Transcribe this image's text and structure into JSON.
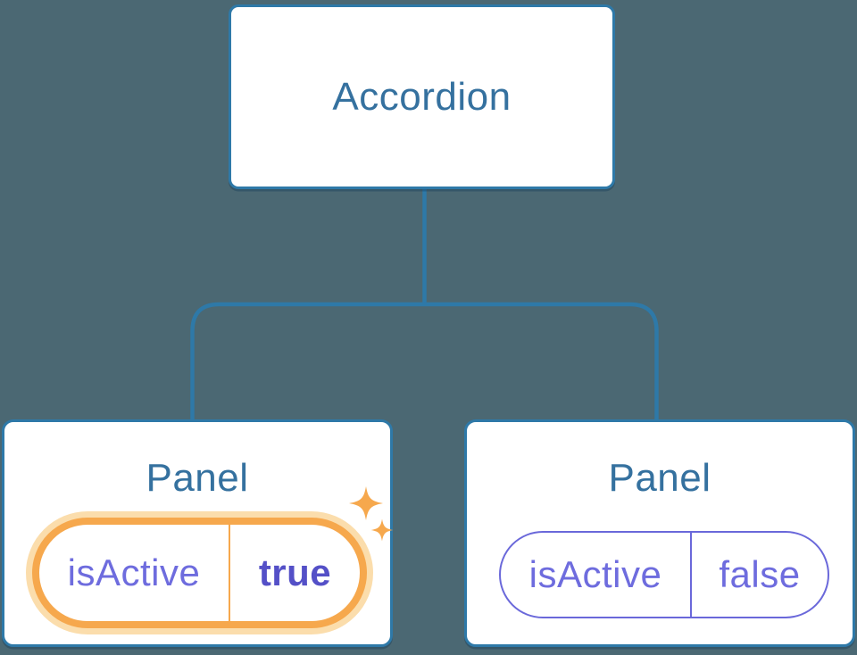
{
  "colors": {
    "background": "#4B6873",
    "connector": "#2E79A8",
    "node_border": "#2E79A8",
    "node_fill": "#FFFFFF",
    "heading_text": "#35719F",
    "state_text": "#6E6CDE",
    "state_value_active": "#5450C7",
    "state_border_inactive": "#6A68DA",
    "highlight_orange": "#F6A84D",
    "highlight_glow": "#FBDDAC"
  },
  "tree": {
    "root": {
      "label": "Accordion"
    },
    "children": [
      {
        "label": "Panel",
        "state_name": "isActive",
        "state_value": "true",
        "highlighted": true,
        "highlight_icon": "sparkles-icon"
      },
      {
        "label": "Panel",
        "state_name": "isActive",
        "state_value": "false",
        "highlighted": false
      }
    ]
  }
}
